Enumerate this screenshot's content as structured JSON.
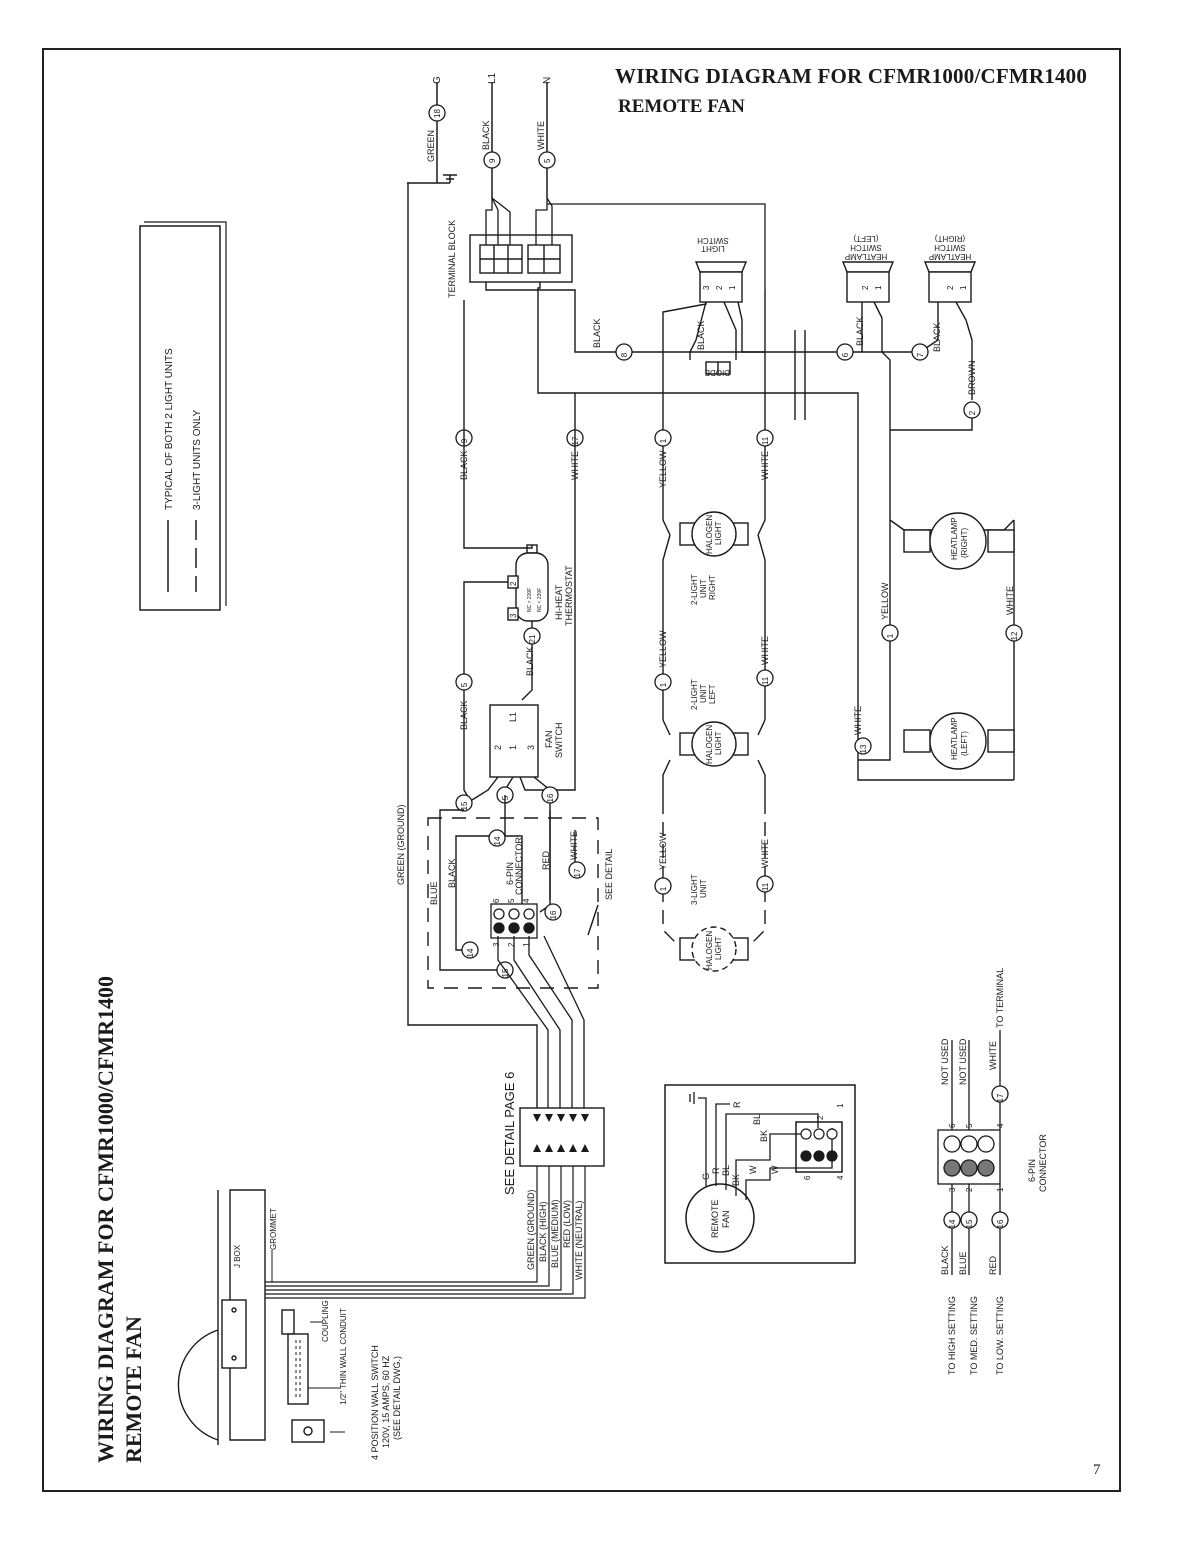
{
  "header": {
    "title": "WIRING DIAGRAM FOR CFMR1000/CFMR1400",
    "subtitle": "REMOTE FAN"
  },
  "side_title": {
    "line1": "WIRING DIAGRAM FOR CFMR1000/CFMR1400",
    "line2": "REMOTE FAN"
  },
  "page_number": "7",
  "legend": {
    "solid": "TYPICAL OF BOTH 2 LIGHT UNITS",
    "dashed": "3-LIGHT UNITS ONLY"
  },
  "supply": {
    "ground": "G",
    "line": "L1",
    "neutral": "N",
    "ground_wire": "GREEN",
    "line_wire": "BLACK",
    "neutral_wire": "WHITE",
    "ground_num": "18",
    "line_num": "9",
    "neutral_num": "5"
  },
  "terminal_block": "TERMINAL BLOCK",
  "switches": {
    "light": [
      "LIGHT",
      "SWITCH"
    ],
    "heat_left": [
      "HEATLAMP",
      "SWITCH",
      "(LEFT)"
    ],
    "heat_right": [
      "HEATLAMP",
      "SWITCH",
      "(RIGHT)"
    ],
    "fan": [
      "FAN",
      "SWITCH"
    ]
  },
  "diode": "DIODE",
  "thermostat": [
    "HI-HEAT",
    "THERMOSTAT"
  ],
  "thermostat_labels": {
    "nc": "NC > 230F",
    "no": "NC < 230F"
  },
  "lights": {
    "halogen": [
      "HALOGEN",
      "LIGHT"
    ],
    "unit_right": [
      "2-LIGHT",
      "UNIT",
      "RIGHT"
    ],
    "unit_left": [
      "2-LIGHT",
      "UNIT",
      "LEFT"
    ],
    "unit_3": [
      "3-LIGHT",
      "UNIT"
    ]
  },
  "heatlamps": {
    "right": [
      "HEATLAMP",
      "(RIGHT)"
    ],
    "left": [
      "HEATLAMP",
      "(LEFT)"
    ]
  },
  "wire_labels": {
    "black": "BLACK",
    "white": "WHITE",
    "yellow": "YELLOW",
    "brown": "BROWN",
    "blue": "BLUE",
    "red": "RED",
    "green_ground": "GREEN (GROUND)"
  },
  "connector": {
    "label": [
      "6-PIN",
      "CONNECTOR"
    ],
    "see_detail": "SEE DETAIL",
    "see_detail_page": "SEE DETAIL PAGE 6"
  },
  "connector_detail": {
    "rows": [
      {
        "setting": "TO HIGH SETTING",
        "wire": "BLACK",
        "num": "14",
        "pin": "3",
        "opp_pin": "6",
        "opp_text": "NOT USED"
      },
      {
        "setting": "TO MED. SETTING",
        "wire": "BLUE",
        "num": "15",
        "pin": "2",
        "opp_pin": "5",
        "opp_text": "NOT USED"
      },
      {
        "setting": "TO LOW. SETTING",
        "wire": "RED",
        "num": "16",
        "pin": "1",
        "opp_pin": "4",
        "opp_text": "WHITE"
      }
    ],
    "white_num": "17",
    "to_terminal": "TO TERMINAL",
    "caption": [
      "6-PIN",
      "CONNECTOR"
    ]
  },
  "remote_fan": {
    "label": [
      "REMOTE",
      "FAN"
    ],
    "wires": [
      "G",
      "R",
      "BL",
      "BK",
      "W"
    ]
  },
  "cable_labels": [
    "GREEN (GROUND)",
    "BLACK (HIGH)",
    "BLUE (MEDIUM)",
    "RED (LOW)",
    "WHITE (NEUTRAL)"
  ],
  "install": {
    "jbox": "J BOX",
    "grommet": "GROMMET",
    "coupling": "COUPLING",
    "conduit": "1/2\" THIN WALL CONDUIT",
    "wall_switch": [
      "4 POSITION WALL SWITCH",
      "120V, 15 AMPS, 60 HZ",
      "(SEE DETAIL DWG.)"
    ]
  },
  "colors": {
    "ink": "#1a1a1a",
    "paper": "#ffffff"
  }
}
